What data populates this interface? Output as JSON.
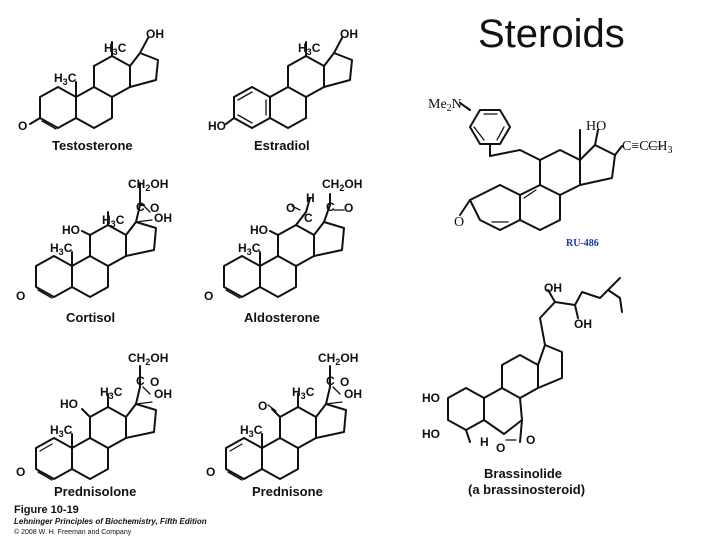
{
  "slide": {
    "title": "Steroids"
  },
  "molecules": [
    {
      "name": "Testosterone"
    },
    {
      "name": "Estradiol"
    },
    {
      "name": "Cortisol"
    },
    {
      "name": "Aldosterone"
    },
    {
      "name": "Prednisolone"
    },
    {
      "name": "Prednisone"
    },
    {
      "name": "RU-486"
    },
    {
      "name": "Brassinolide",
      "subtitle": "(a brassinosteroid)"
    }
  ],
  "labels": {
    "oh": "OH",
    "ho": "HO",
    "o": "O",
    "c": "C",
    "h": "H",
    "h3c": "H",
    "three": "3",
    "ch2oh": "CH",
    "two": "2",
    "me2n": "Me",
    "n": "N",
    "ch3": "CH",
    "triple": "C≡C—"
  },
  "figure": {
    "number": "Figure 10-19",
    "source": "Lehninger Principles of Biochemistry, Fifth Edition",
    "copyright": "© 2008 W. H. Freeman and Company"
  }
}
